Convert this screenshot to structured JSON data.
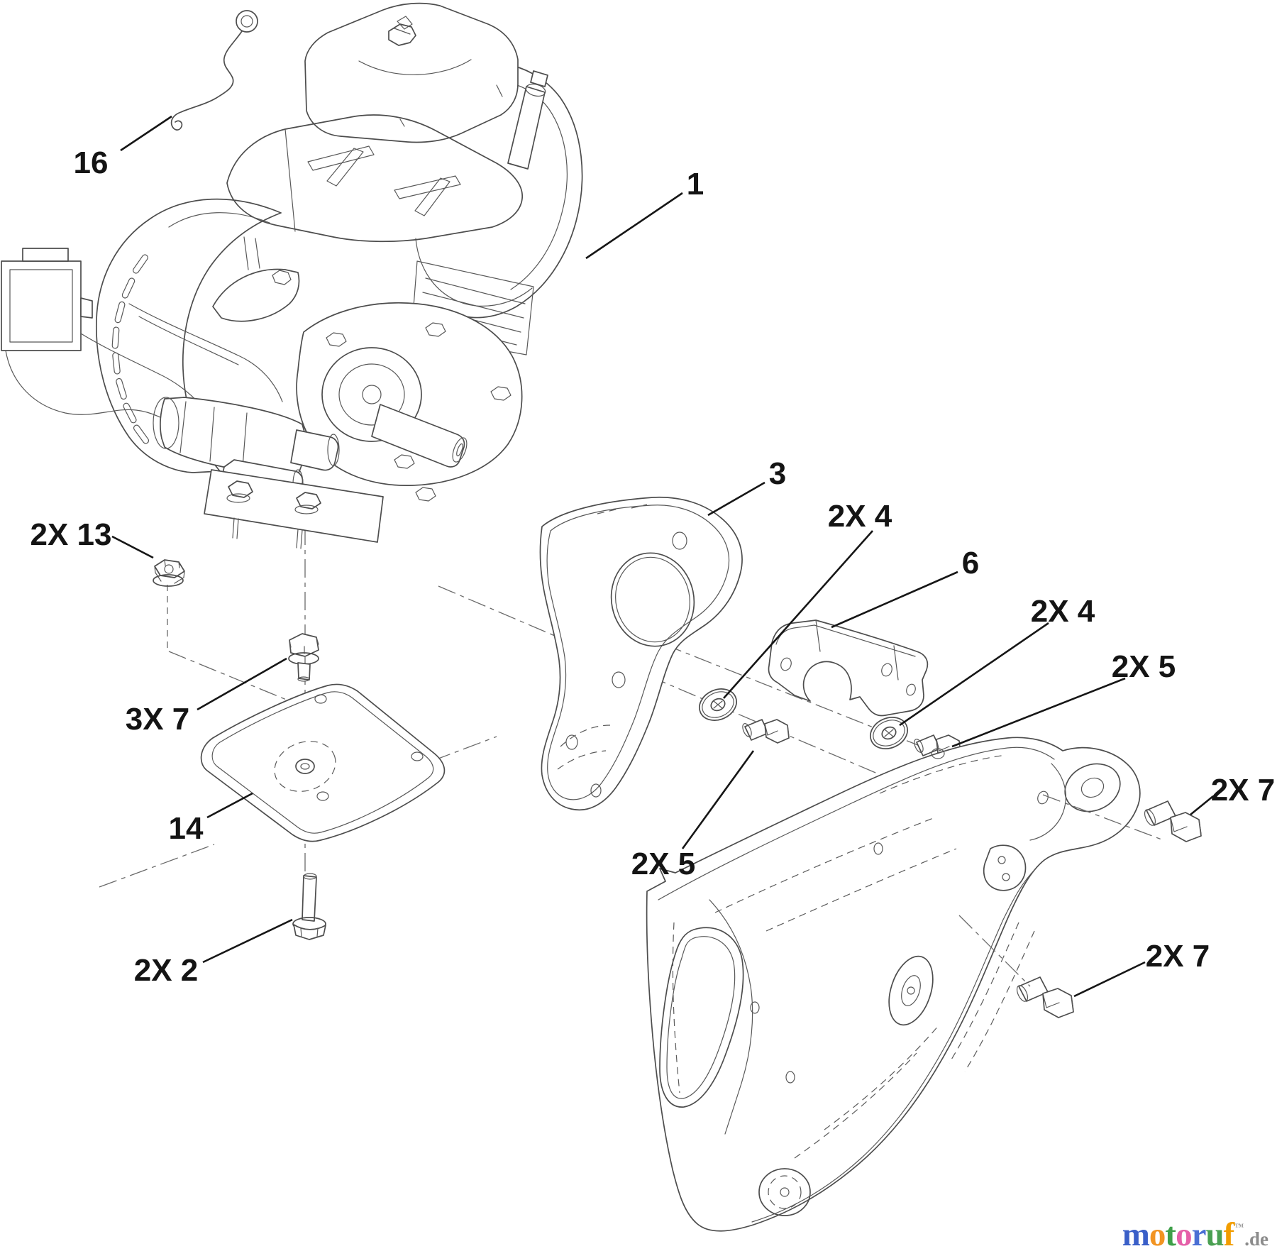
{
  "diagram": {
    "type": "exploded-parts-diagram",
    "subject": "engine and belt cover assembly",
    "line_color": "#4d4d4d",
    "label_color": "#141414",
    "callouts": [
      {
        "ref": "16",
        "label": "16"
      },
      {
        "ref": "1",
        "label": "1"
      },
      {
        "ref": "3",
        "label": "3"
      },
      {
        "ref": "4",
        "label": "2X 4"
      },
      {
        "ref": "6",
        "label": "6"
      },
      {
        "ref": "4",
        "label": "2X 4"
      },
      {
        "ref": "5",
        "label": "2X 5"
      },
      {
        "ref": "7",
        "label": "2X 7"
      },
      {
        "ref": "5",
        "label": "2X 5"
      },
      {
        "ref": "7",
        "label": "2X 7"
      },
      {
        "ref": "13",
        "label": "2X 13"
      },
      {
        "ref": "7",
        "label": "3X 7"
      },
      {
        "ref": "14",
        "label": "14"
      },
      {
        "ref": "2",
        "label": "2X 2"
      }
    ]
  },
  "watermark": {
    "letters": [
      {
        "ch": "m",
        "color": "#3a5fc8"
      },
      {
        "ch": "o",
        "color": "#f29422"
      },
      {
        "ch": "t",
        "color": "#3fa04a"
      },
      {
        "ch": "o",
        "color": "#e55fa8"
      },
      {
        "ch": "r",
        "color": "#4a6fd4"
      },
      {
        "ch": "u",
        "color": "#4aa052"
      },
      {
        "ch": "f",
        "color": "#f29d00"
      }
    ],
    "tm": "™",
    "suffix": ".de"
  }
}
